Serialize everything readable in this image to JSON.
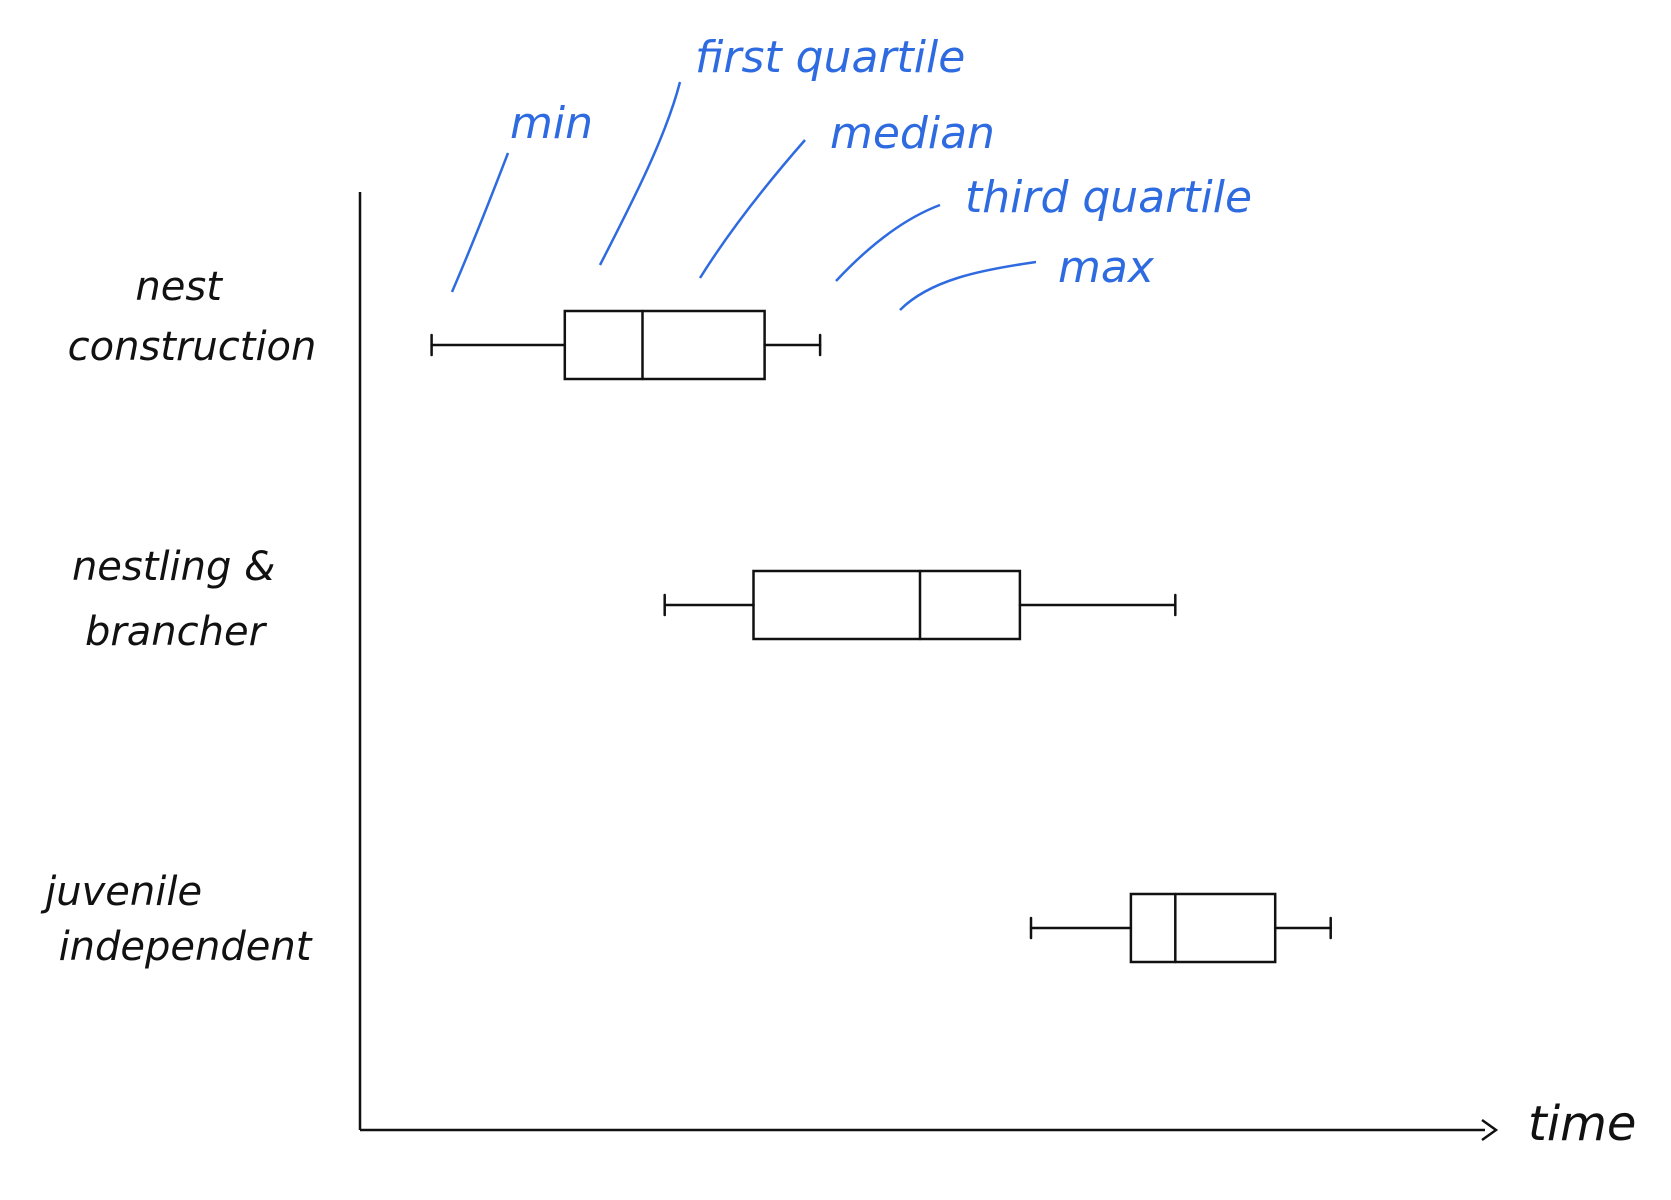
{
  "chart_data": {
    "type": "boxplot",
    "orientation": "horizontal",
    "xlabel": "time",
    "ylabel": "",
    "xlim": [
      0,
      100
    ],
    "categories": [
      {
        "lines": [
          "nest",
          "construction"
        ]
      },
      {
        "lines": [
          "nestling &",
          "brancher"
        ]
      },
      {
        "lines": [
          "juvenile",
          "independent"
        ]
      }
    ],
    "boxes": [
      {
        "min": 6,
        "q1": 18,
        "median": 25,
        "q3": 36,
        "max": 41
      },
      {
        "min": 27,
        "q1": 35,
        "median": 50,
        "q3": 59,
        "max": 73
      },
      {
        "min": 60,
        "q1": 69,
        "median": 73,
        "q3": 82,
        "max": 87
      }
    ],
    "annotations": {
      "min": "min",
      "q1": "first quartile",
      "median": "median",
      "q3": "third quartile",
      "max": "max"
    },
    "colors": {
      "ink": "#111111",
      "annotation": "#2f6be0"
    }
  }
}
